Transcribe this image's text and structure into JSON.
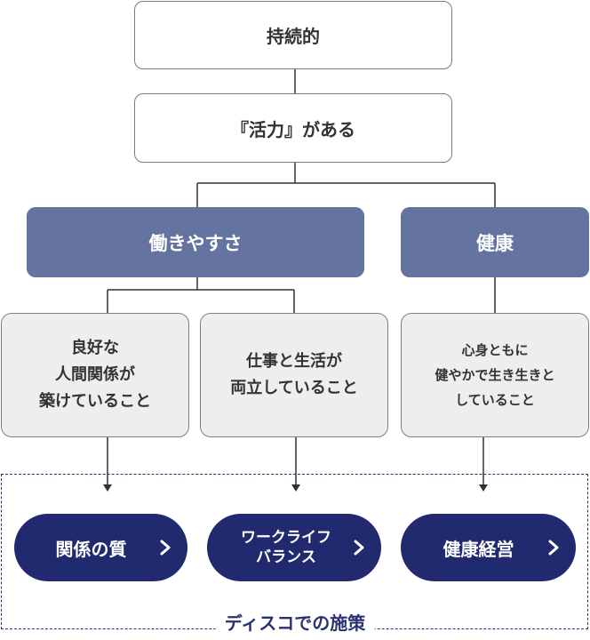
{
  "colors": {
    "accent": "#64739f",
    "pill": "#212a6e",
    "leaf_bg": "#eeeeee",
    "frame": "#2a3170"
  },
  "top": {
    "level1": "持続的",
    "level2": "『活力』がある"
  },
  "categories": {
    "work": "働きやすさ",
    "health": "健康"
  },
  "leaves": {
    "relationships": [
      "良好な",
      "人間関係が",
      "築けていること"
    ],
    "balance": [
      "仕事と生活が",
      "両立していること"
    ],
    "wellbeing": [
      "心身ともに",
      "健やかで生き生きと",
      "していること"
    ]
  },
  "initiatives": {
    "title": "ディスコでの施策",
    "relationship_quality": "関係の質",
    "work_life_balance": [
      "ワークライフ",
      "バランス"
    ],
    "health_management": "健康経営",
    "chevron_icon": "chevron-right-icon"
  }
}
